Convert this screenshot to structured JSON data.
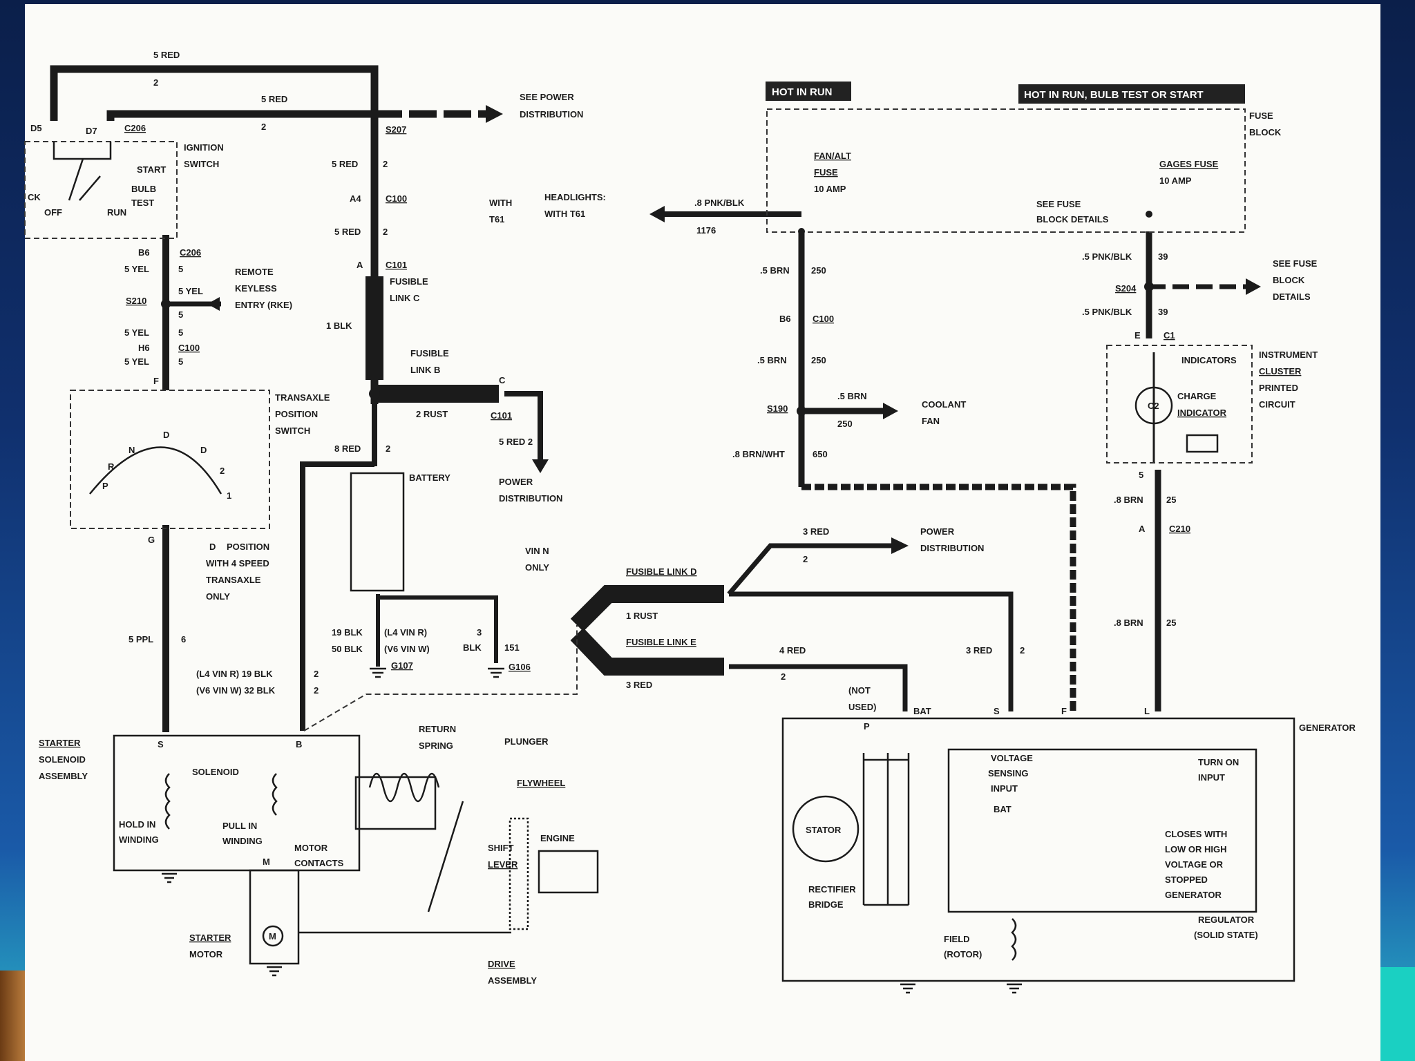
{
  "labels": {
    "red_top_a": "5 RED",
    "num_2_a": "2",
    "red_top_b": "5 RED",
    "num_2_b": "2",
    "see_power_1": "SEE POWER",
    "see_power_2": "DISTRIBUTION",
    "d5": "D5",
    "d7": "D7",
    "c206_top": "C206",
    "s207": "S207",
    "ignition_1": "IGNITION",
    "ignition_2": "SWITCH",
    "start": "START",
    "bulb": "BULB",
    "test": "TEST",
    "run": "RUN",
    "off": "OFF",
    "ck": "CK",
    "red_mid": "5 RED",
    "num_2_c": "2",
    "a4": "A4",
    "c100_a": "C100",
    "red_mid2": "5 RED",
    "num_2_d": "2",
    "with_1": "WITH",
    "with_2": "T61",
    "headlights_1": "HEADLIGHTS:",
    "headlights_2": "WITH T61",
    "pnk_blk": ".8 PNK/BLK",
    "n1176": "1176",
    "b6": "B6",
    "c206_mid": "C206",
    "yel_1": "5 YEL",
    "num_5_a": "5",
    "rke_1": "REMOTE",
    "rke_2": "KEYLESS",
    "rke_3": "ENTRY (RKE)",
    "s210": "S210",
    "yel_2": "5 YEL",
    "num_5_b": "5",
    "yel_3": "5 YEL",
    "num_5_c": "5",
    "h6": "H6",
    "c100_b": "C100",
    "yel_4": "5 YEL",
    "num_5_d": "5",
    "f_pin": "F",
    "a_pin": "A",
    "c101_a": "C101",
    "fusible_c_1": "FUSIBLE",
    "fusible_c_2": "LINK C",
    "blk_1": "1 BLK",
    "fusible_b_1": "FUSIBLE",
    "fusible_b_2": "LINK B",
    "rust_2": "2 RUST",
    "c_pin": "C",
    "c101_b": "C101",
    "red_5_2": "5 RED  2",
    "power_dist_1": "POWER",
    "power_dist_2": "DISTRIBUTION",
    "transaxle_1": "TRANSAXLE",
    "transaxle_2": "POSITION",
    "transaxle_3": "SWITCH",
    "red_8": "8 RED",
    "num_2_e": "2",
    "battery": "BATTERY",
    "g_pin": "G",
    "pos_1": "POSITION",
    "pos_2": "WITH 4 SPEED",
    "pos_3": "TRANSAXLE",
    "pos_4": "ONLY",
    "vin_1": "VIN N",
    "vin_2": "ONLY",
    "blk_19": "19 BLK",
    "blk_50": "50 BLK",
    "l4_vin": "(L4 VIN R)",
    "v6_vin": "(V6 VIN W)",
    "blk_3": "3",
    "blk_word": "BLK",
    "n151": "151",
    "g107": "G107",
    "g106": "G106",
    "ppl": "5 PPL",
    "num_6": "6",
    "l4_19blk": "(L4 VIN R) 19 BLK",
    "v6_32blk": "(V6 VIN W) 32 BLK",
    "num_2_f": "2",
    "num_2_g": "2",
    "fusible_d": "FUSIBLE LINK D",
    "rust_1": "1 RUST",
    "fusible_e": "FUSIBLE LINK E",
    "red_3_a": "3 RED",
    "num_2_h": "2",
    "power_dist_3": "POWER",
    "power_dist_4": "DISTRIBUTION",
    "red_4": "4 RED",
    "num_2_i": "2",
    "red_3_b": "3 RED",
    "red_3_c": "3 RED",
    "num_2_j": "2",
    "hot_run": "HOT IN RUN",
    "hot_run_bulb": "HOT IN RUN, BULB TEST OR START",
    "fuse_block_1": "FUSE",
    "fuse_block_2": "BLOCK",
    "fan_alt_1": "FAN/ALT",
    "fan_alt_2": "FUSE",
    "fan_alt_3": "10 AMP",
    "gages_1": "GAGES FUSE",
    "gages_2": "10 AMP",
    "see_fuse_a_1": "SEE FUSE",
    "see_fuse_a_2": "BLOCK DETAILS",
    "brn_250_a": ".5 BRN",
    "n250_a": "250",
    "b6_c100": "B6",
    "c100_c": "C100",
    "brn_250_b": ".5 BRN",
    "n250_b": "250",
    "s190": "S190",
    "brn_5": ".5 BRN",
    "n250_c": "250",
    "coolant_1": "COOLANT",
    "coolant_2": "FAN",
    "brn_wht": ".8 BRN/WHT",
    "n650": "650",
    "pnk_blk_39a": ".5 PNK/BLK",
    "n39_a": "39",
    "s204": "S204",
    "see_fuse_b_1": "SEE FUSE",
    "see_fuse_b_2": "BLOCK",
    "see_fuse_b_3": "DETAILS",
    "pnk_blk_39b": ".5 PNK/BLK",
    "n39_b": "39",
    "e_pin": "E",
    "c1": "C1",
    "indicators": "INDICATORS",
    "inst_1": "INSTRUMENT",
    "inst_2": "CLUSTER",
    "inst_3": "PRINTED",
    "inst_4": "CIRCUIT",
    "charge_1": "CHARGE",
    "charge_2": "INDICATOR",
    "c2": "C2",
    "n5": "5",
    "brn_25_a": ".8 BRN",
    "n25_a": "25",
    "a_c210": "A",
    "c210": "C210",
    "brn_25_b": ".8 BRN",
    "n25_b": "25",
    "not_used_1": "(NOT",
    "not_used_2": "USED)",
    "bat": "BAT",
    "p_pin": "P",
    "s_pin": "S",
    "f_pin2": "F",
    "l_pin": "L",
    "generator": "GENERATOR",
    "voltage_1": "VOLTAGE",
    "voltage_2": "SENSING",
    "voltage_3": "INPUT",
    "turn_on_1": "TURN ON",
    "turn_on_2": "INPUT",
    "bat_inner": "BAT",
    "stator": "STATOR",
    "closes_1": "CLOSES WITH",
    "closes_2": "LOW OR HIGH",
    "closes_3": "VOLTAGE OR",
    "closes_4": "STOPPED",
    "closes_5": "GENERATOR",
    "rectifier_1": "RECTIFIER",
    "rectifier_2": "BRIDGE",
    "field_1": "FIELD",
    "field_2": "(ROTOR)",
    "regulator_1": "REGULATOR",
    "regulator_2": "(SOLID STATE)",
    "starter_sol_1": "STARTER",
    "starter_sol_2": "SOLENOID",
    "starter_sol_3": "ASSEMBLY",
    "s_term": "S",
    "b_term": "B",
    "m_term": "M",
    "solenoid": "SOLENOID",
    "hold_1": "HOLD IN",
    "hold_2": "WINDING",
    "pull_1": "PULL IN",
    "pull_2": "WINDING",
    "motor_1": "MOTOR",
    "motor_2": "CONTACTS",
    "return_1": "RETURN",
    "return_2": "SPRING",
    "plunger": "PLUNGER",
    "flywheel": "FLYWHEEL",
    "shift_1": "SHIFT",
    "shift_2": "LEVER",
    "engine": "ENGINE",
    "starter_motor_1": "STARTER",
    "starter_motor_2": "MOTOR",
    "drive_1": "DRIVE",
    "drive_2": "ASSEMBLY",
    "prndl_r": "R",
    "prndl_n": "N",
    "prndl_d": "D",
    "prndl_p": "P",
    "prndl_2": "2",
    "prndl_1": "1",
    "prndl_circle": "D",
    "pos_circle": "D",
    "m_motor": "M"
  },
  "colors": {
    "wire": "#1b1b1b",
    "sheet": "#fbfbf8",
    "tag_bg": "#222222"
  }
}
